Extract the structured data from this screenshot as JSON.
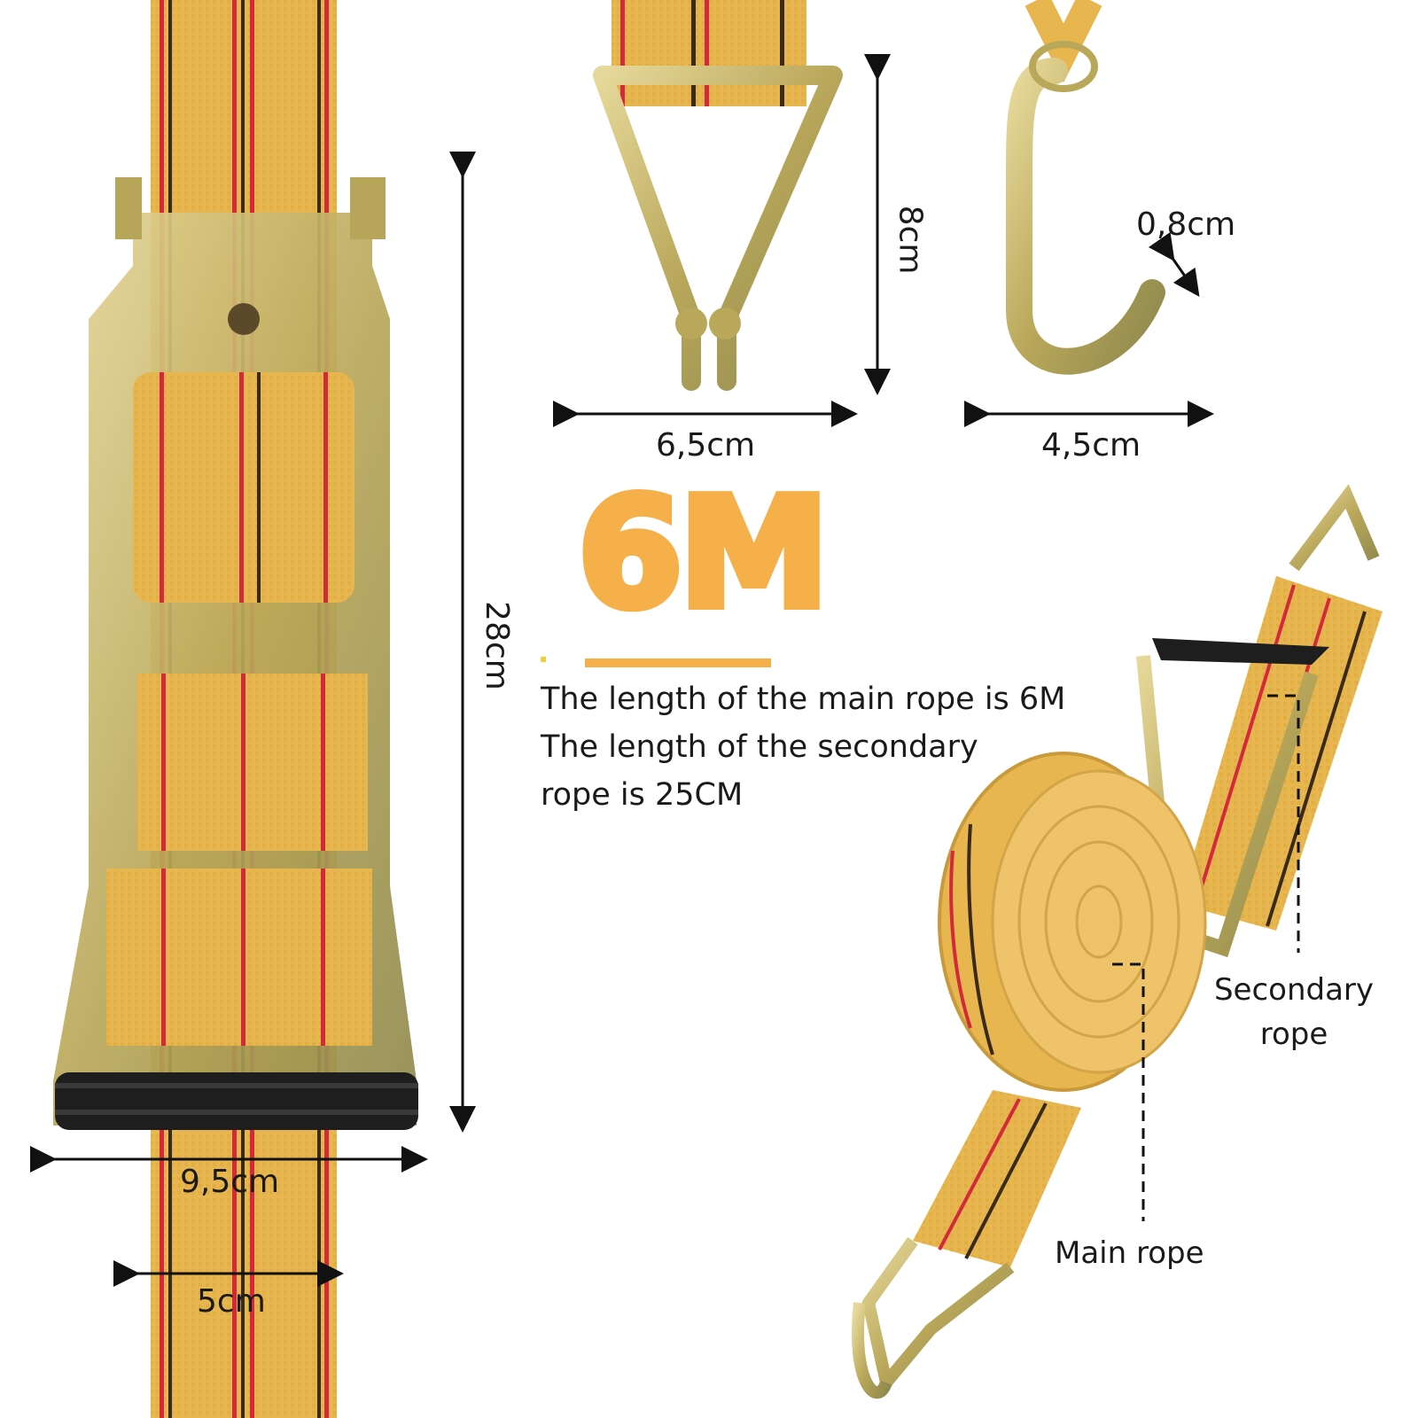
{
  "headline": "6M",
  "description": [
    "The length of the main rope is 6M",
    "The length of the secondary",
    "rope is 25CM"
  ],
  "dimensions": {
    "ratchet_length": "28cm",
    "handle_width": "9,5cm",
    "strap_width": "5cm",
    "claw_hook_height": "8cm",
    "claw_hook_width": "6,5cm",
    "j_hook_thickness": "0,8cm",
    "j_hook_width": "4,5cm"
  },
  "callouts": {
    "secondary_line1": "Secondary",
    "secondary_line2": "rope",
    "main": "Main rope"
  },
  "colors": {
    "strap": "#e8b64e",
    "stripe_red": "#d22a3a",
    "stripe_dark": "#3a2a1a",
    "metal": "#c8b46a",
    "rubber": "#1e1e1e",
    "accent": "#f5b04a"
  }
}
